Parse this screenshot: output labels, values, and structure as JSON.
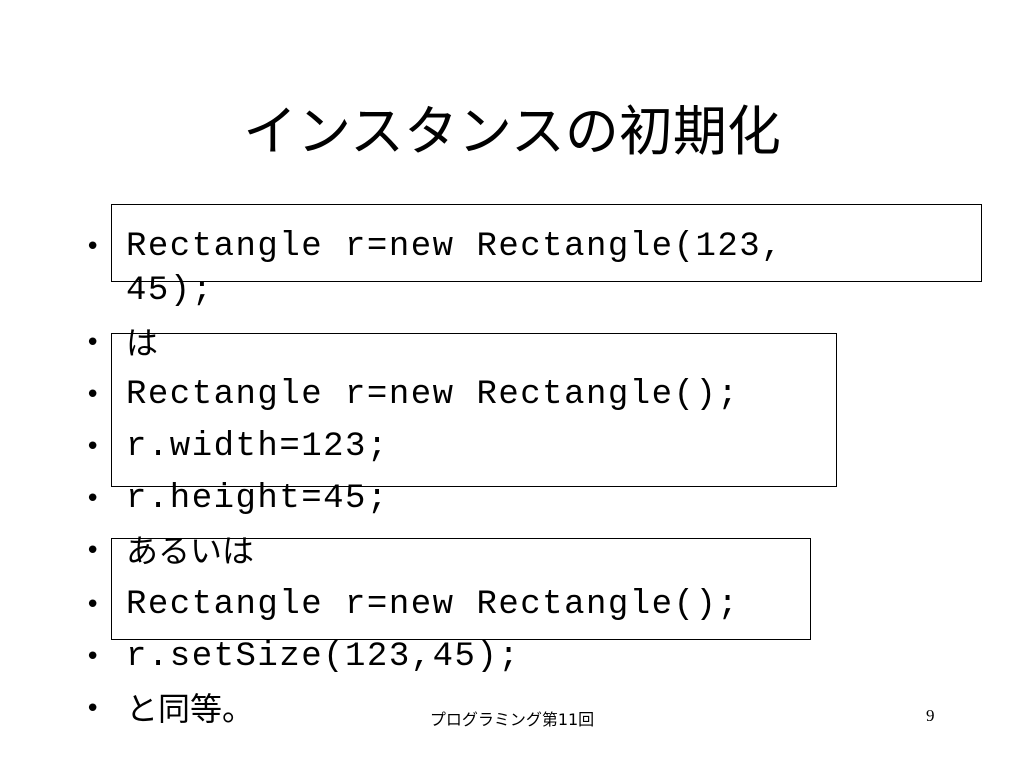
{
  "slide": {
    "title": "インスタンスの初期化",
    "bullet_glyph": "•",
    "items": [
      {
        "text": "Rectangle r=new Rectangle(123,",
        "continuation": "45);"
      },
      {
        "text": "は"
      },
      {
        "text": "Rectangle r=new Rectangle();"
      },
      {
        "text": "r.width=123;"
      },
      {
        "text": "r.height=45;"
      },
      {
        "text": "あるいは"
      },
      {
        "text": "Rectangle r=new Rectangle();"
      },
      {
        "text": "r.setSize(123,45);"
      },
      {
        "text": "と同等。"
      }
    ],
    "footer": {
      "course": "プログラミング第11回",
      "page_number": "9"
    }
  }
}
